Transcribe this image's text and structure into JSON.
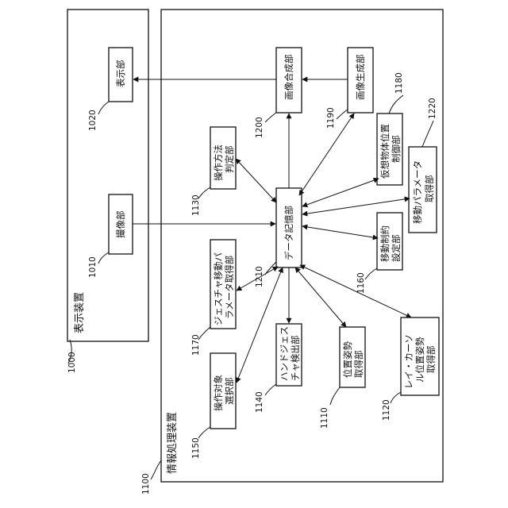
{
  "display_device": {
    "ref": "1000",
    "title": "表示装置",
    "display_unit": {
      "ref": "1020",
      "label": "表示部"
    },
    "imaging_unit": {
      "ref": "1010",
      "label": "撮像部"
    }
  },
  "info_device": {
    "ref": "1100",
    "title": "情報処理装置",
    "data_storage": {
      "ref": "1210",
      "label": "データ記憶部"
    },
    "image_composition": {
      "ref": "1200",
      "label": "画像合成部"
    },
    "image_generation": {
      "ref": "1190",
      "label": "画像生成部"
    },
    "virtual_object_control": {
      "ref": "1180",
      "label_1": "仮想物体位置",
      "label_2": "制御部"
    },
    "movement_param": {
      "ref": "1220",
      "label_1": "移動パラメータ",
      "label_2": "取得部"
    },
    "operation_method": {
      "ref": "1130",
      "label_1": "操作方法",
      "label_2": "判定部"
    },
    "movement_constraint": {
      "ref": "1160",
      "label_1": "移動制約",
      "label_2": "設定部"
    },
    "gesture_param": {
      "ref": "1170",
      "label_1": "ジェスチャ移動パ",
      "label_2": "ラメータ取得部"
    },
    "hand_gesture": {
      "ref": "1140",
      "label_1": "ハンドジェス",
      "label_2": "チャ検出部"
    },
    "position_pose": {
      "ref": "1110",
      "label_1": "位置姿勢",
      "label_2": "取得部"
    },
    "ray_cursor": {
      "ref": "1120",
      "label_1": "レイ・カーソ",
      "label_2": "ル位置姿勢",
      "label_3": "取得部"
    },
    "target_select": {
      "ref": "1150",
      "label_1": "操作対象",
      "label_2": "選択部"
    }
  }
}
